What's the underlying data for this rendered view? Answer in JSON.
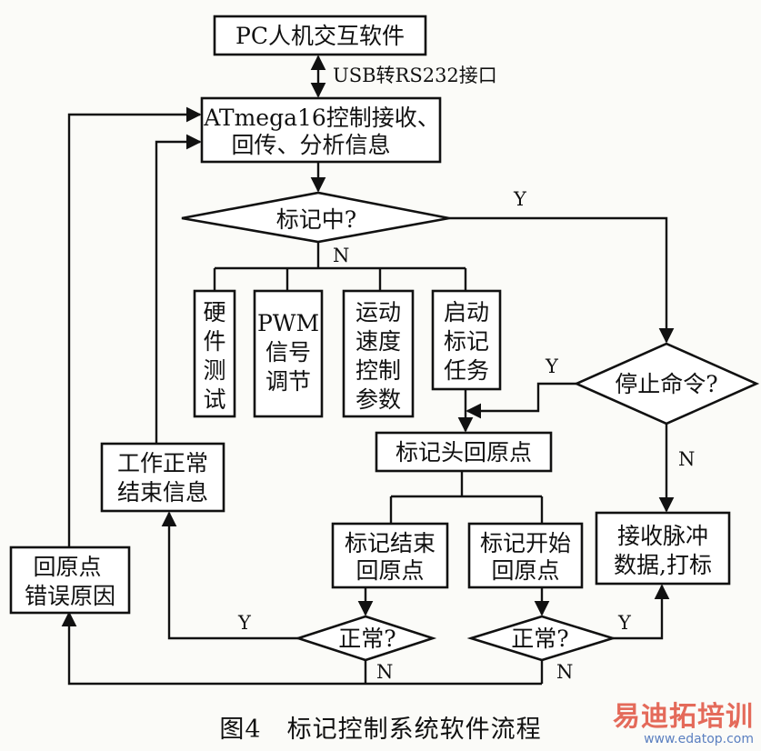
{
  "nodes": {
    "pc_software": "PC人机交互软件",
    "atmega_line1": "ATmega16控制接收、",
    "atmega_line2": "回传、分析信息",
    "marking_decision": "标记中?",
    "hardware_test": [
      "硬",
      "件",
      "测",
      "试"
    ],
    "pwm_adjust": [
      "PWM",
      "信号",
      "调节"
    ],
    "motion_params": [
      "运动",
      "速度",
      "控制",
      "参数"
    ],
    "start_task": [
      "启动",
      "标记",
      "任务"
    ],
    "stop_decision": "停止命令?",
    "head_homing": "标记头回原点",
    "normal_end_line1": "工作正常",
    "normal_end_line2": "结束信息",
    "end_homing_line1": "标记结束",
    "end_homing_line2": "回原点",
    "start_homing_line1": "标记开始",
    "start_homing_line2": "回原点",
    "receive_pulse_line1": "接收脉冲",
    "receive_pulse_line2": "数据,打标",
    "homing_error_line1": "回原点",
    "homing_error_line2": "错误原因",
    "normal_decision_left": "正常?",
    "normal_decision_right": "正常?"
  },
  "labels": {
    "usb_link": "USB转RS232接口",
    "yes": "Y",
    "no": "N"
  },
  "caption": "图4　标记控制系统软件流程",
  "watermark": {
    "main": "易迪拓培训",
    "url": "www.edatop.com"
  }
}
